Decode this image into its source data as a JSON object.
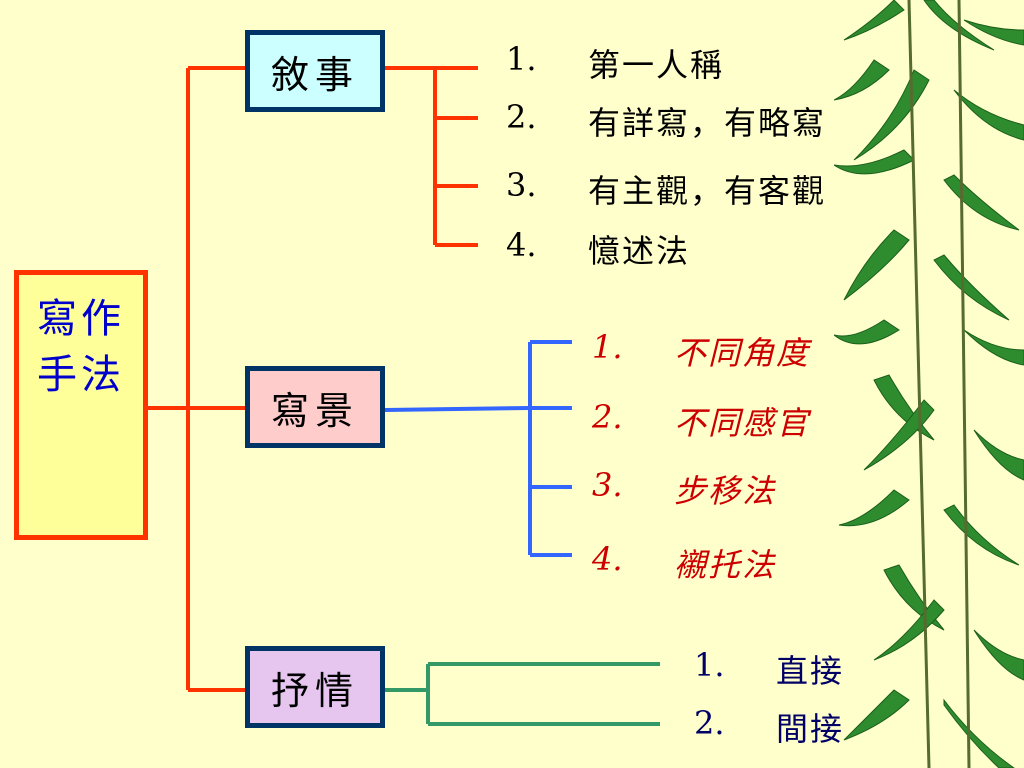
{
  "root": {
    "line1": "寫作",
    "line2": "手法"
  },
  "categories": [
    {
      "label": "敘事",
      "items": [
        {
          "num": "1.",
          "text": "第一人稱"
        },
        {
          "num": "2.",
          "text": "有詳寫，有略寫"
        },
        {
          "num": "3.",
          "text": "有主觀，有客觀"
        },
        {
          "num": "4.",
          "text": "憶述法"
        }
      ]
    },
    {
      "label": "寫景",
      "items": [
        {
          "num": "1.",
          "text": "不同角度"
        },
        {
          "num": "2.",
          "text": "不同感官"
        },
        {
          "num": "3.",
          "text": "步移法"
        },
        {
          "num": "4.",
          "text": "襯托法"
        }
      ]
    },
    {
      "label": "抒情",
      "items": [
        {
          "num": "1.",
          "text": "直接"
        },
        {
          "num": "2.",
          "text": "間接"
        }
      ]
    }
  ],
  "colors": {
    "background": "#ffffcc",
    "root_border": "#ff3300",
    "narrative_lines": "#ff3300",
    "scenery_lines": "#3366ff",
    "lyrical_lines": "#339966",
    "scenery_text": "#cc0000",
    "root_text": "#0000cc"
  }
}
